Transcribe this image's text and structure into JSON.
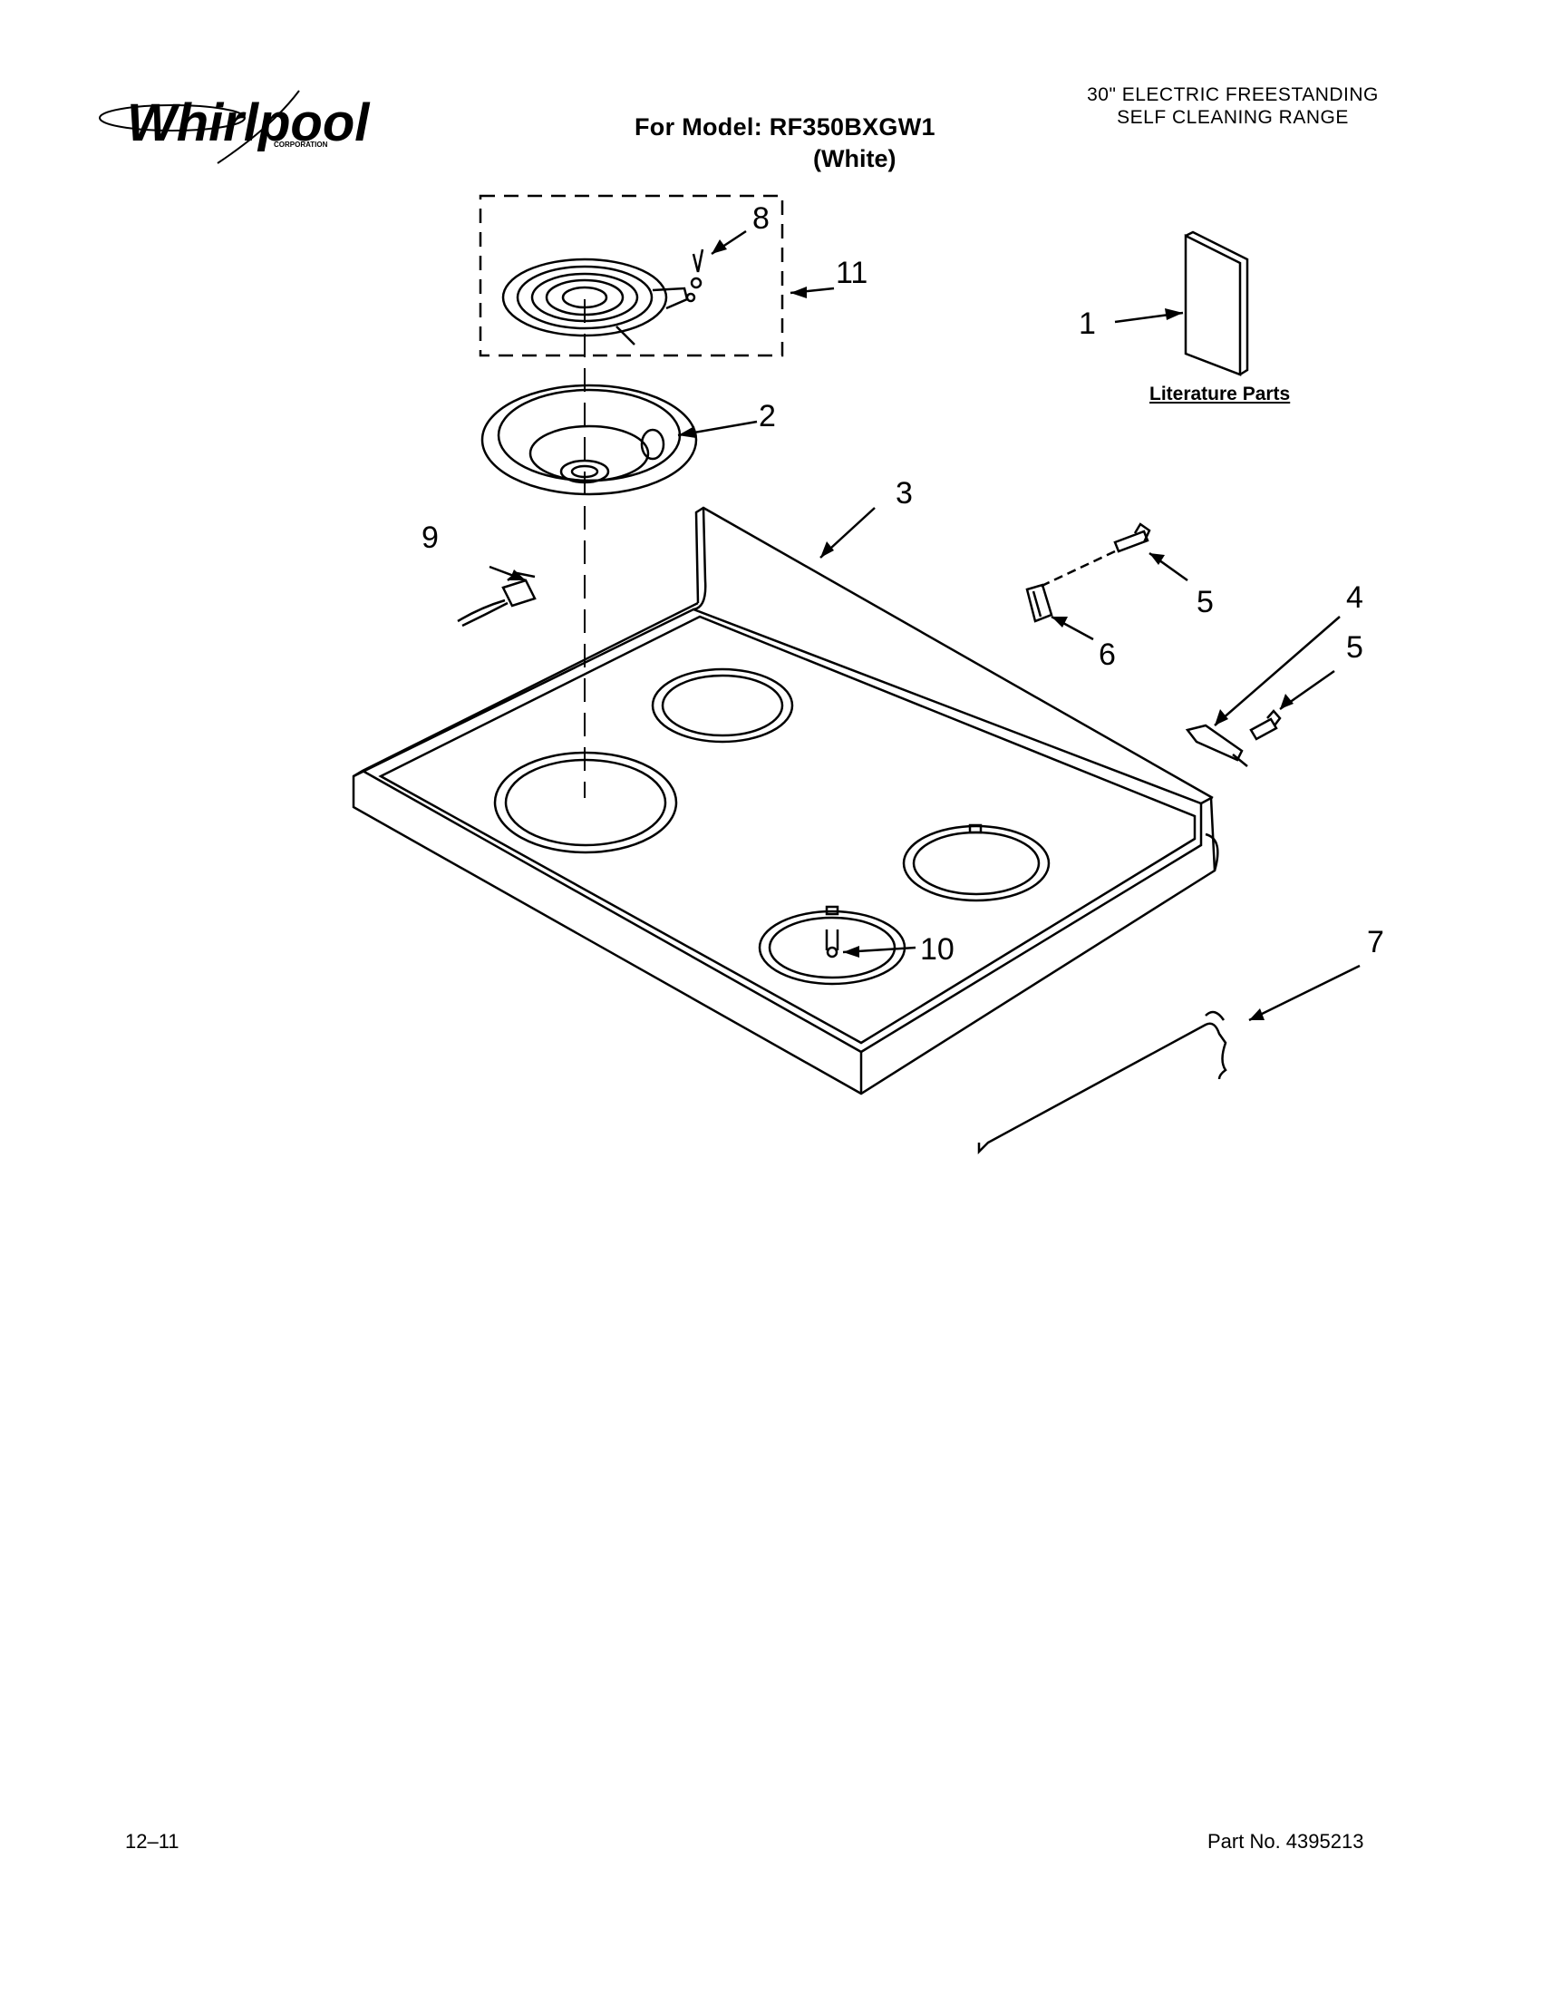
{
  "header": {
    "brand": "Whirlpool",
    "brand_sub": "CORPORATION",
    "model_line": "For Model: RF350BXGW1",
    "color_line": "(White)",
    "title_line1": "30\" ELECTRIC FREESTANDING",
    "title_line2": "SELF CLEANING RANGE"
  },
  "diagram": {
    "literature_label": "Literature Parts",
    "callouts": [
      "1",
      "2",
      "3",
      "4",
      "5",
      "5",
      "6",
      "7",
      "8",
      "9",
      "10",
      "11"
    ]
  },
  "footer": {
    "date_code": "12–11",
    "part_number": "Part No. 4395213"
  }
}
